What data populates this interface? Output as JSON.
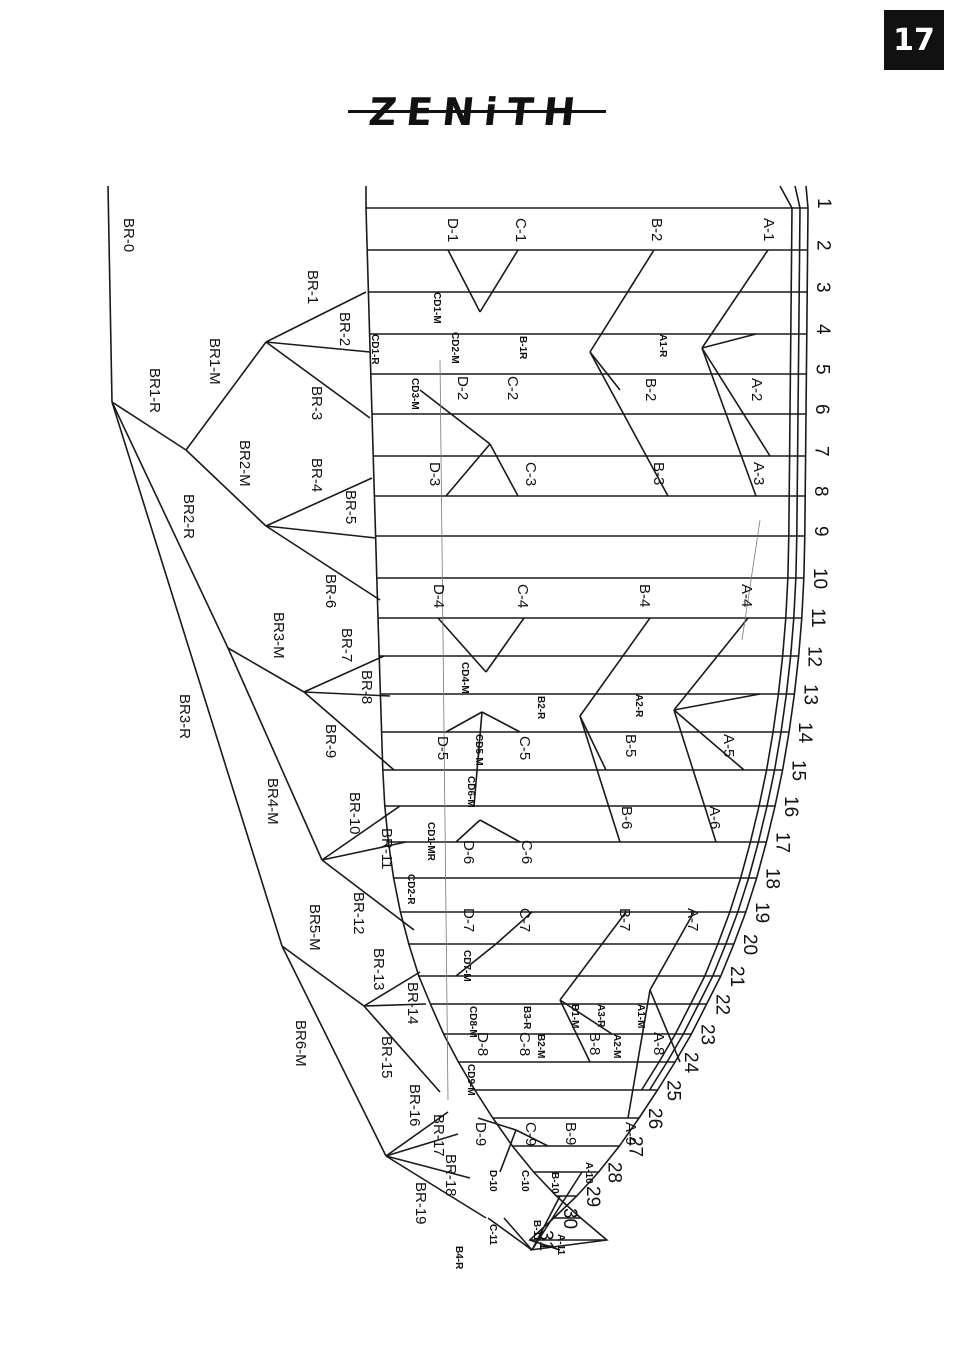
{
  "page_number": "17",
  "brand": "ZENiTH",
  "rows": [
    "1",
    "2",
    "3",
    "4",
    "5",
    "6",
    "7",
    "8",
    "9",
    "10",
    "11",
    "12",
    "13",
    "14",
    "15",
    "16",
    "17",
    "18",
    "19",
    "20",
    "21",
    "22",
    "23",
    "24",
    "25",
    "26",
    "27",
    "28",
    "29",
    "30",
    "31"
  ],
  "bridle_labels": [
    "BR-0",
    "BR-1",
    "BR-2",
    "BR1-M",
    "BR1-R",
    "BR-3",
    "BR-4",
    "BR2-M",
    "BR-5",
    "BR2-R",
    "BR-6",
    "BR3-M",
    "BR-7",
    "BR-8",
    "BR3-R",
    "BR-9",
    "BR4-M",
    "BR-10",
    "BR-11",
    "BR-12",
    "BR5-M",
    "BR-13",
    "BR-14",
    "BR6-M",
    "BR-15",
    "BR-16",
    "BR-17",
    "BR-18",
    "BR-19"
  ],
  "line_labels": [
    "A-1",
    "B-2",
    "C-1",
    "D-1",
    "CD1-M",
    "CD2-M",
    "CD1-R",
    "B-1R",
    "A1-R",
    "CD3-M",
    "D-2",
    "C-2",
    "B-2",
    "A-2",
    "D-3",
    "C-3",
    "B-3",
    "A-3",
    "D-4",
    "C-4",
    "B-4",
    "A-4",
    "CD4-M",
    "B2-R",
    "A2-R",
    "D-5",
    "CD5-M",
    "C-5",
    "B-5",
    "A-5",
    "CD6-M",
    "B-6",
    "A-6",
    "CD1-MR",
    "D-6",
    "C-6",
    "CD2-R",
    "D-7",
    "C-7",
    "B-7",
    "A-7",
    "CD7-M",
    "B3-R",
    "B1-M",
    "A3-R",
    "A1-M",
    "CD8-M",
    "D-8",
    "C-8",
    "B2-M",
    "B-8",
    "A2-M",
    "A-8",
    "CD9-M",
    "D-9",
    "C-9",
    "B-9",
    "A-9",
    "D-10",
    "C-10",
    "B-10",
    "A-10",
    "C-11",
    "B-11",
    "A-11",
    "B4-R"
  ]
}
